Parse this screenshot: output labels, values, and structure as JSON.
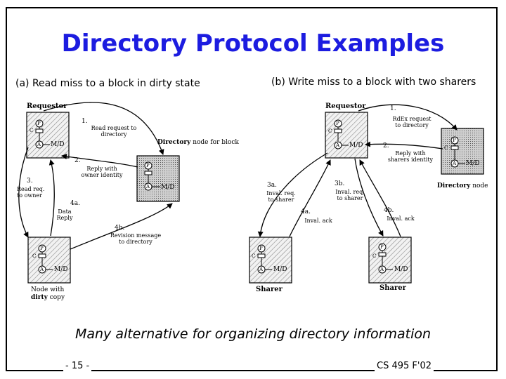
{
  "title": "Directory Protocol Examples",
  "subtitle_a": "(a) Read miss to a block in dirty state",
  "subtitle_b": "(b) Write miss to a block with two sharers",
  "footnote": "Many alternative for organizing directory information",
  "page_number": "- 15 -",
  "course": "CS 495 F'02",
  "node_letters": {
    "p": "P",
    "c": "C",
    "a": "A",
    "md": "M/D"
  },
  "panel_a": {
    "requestor": "Requestor",
    "step1": "1.",
    "msg1": "Read request to directory",
    "directory_bold": "Directory",
    "directory_rest": "node for block",
    "step2": "2.",
    "msg2": "Reply with owner identity",
    "step3": "3.",
    "msg3": "Read req. to owner",
    "step4a": "4a.",
    "msg4a": "Data Reply",
    "step4b": "4b.",
    "msg4b": "Revision message to directory",
    "owner_line1": "Node with",
    "owner_bold": "dirty",
    "owner_rest": "copy"
  },
  "panel_b": {
    "requestor": "Requestor",
    "step1": "1.",
    "msg1": "RdEx request to directory",
    "step2": "2.",
    "msg2": "Reply with sharers identity",
    "directory_bold": "Directory",
    "directory_rest": "node",
    "step3a": "3a.",
    "msg3a": "Inval. req. to sharer",
    "step3b": "3b.",
    "msg3b": "Inval. req. to sharer",
    "step4a": "4a.",
    "msg4a": "Inval. ack",
    "step4b": "4b.",
    "msg4b": "Inval. ack",
    "sharer1": "Sharer",
    "sharer2": "Sharer"
  }
}
